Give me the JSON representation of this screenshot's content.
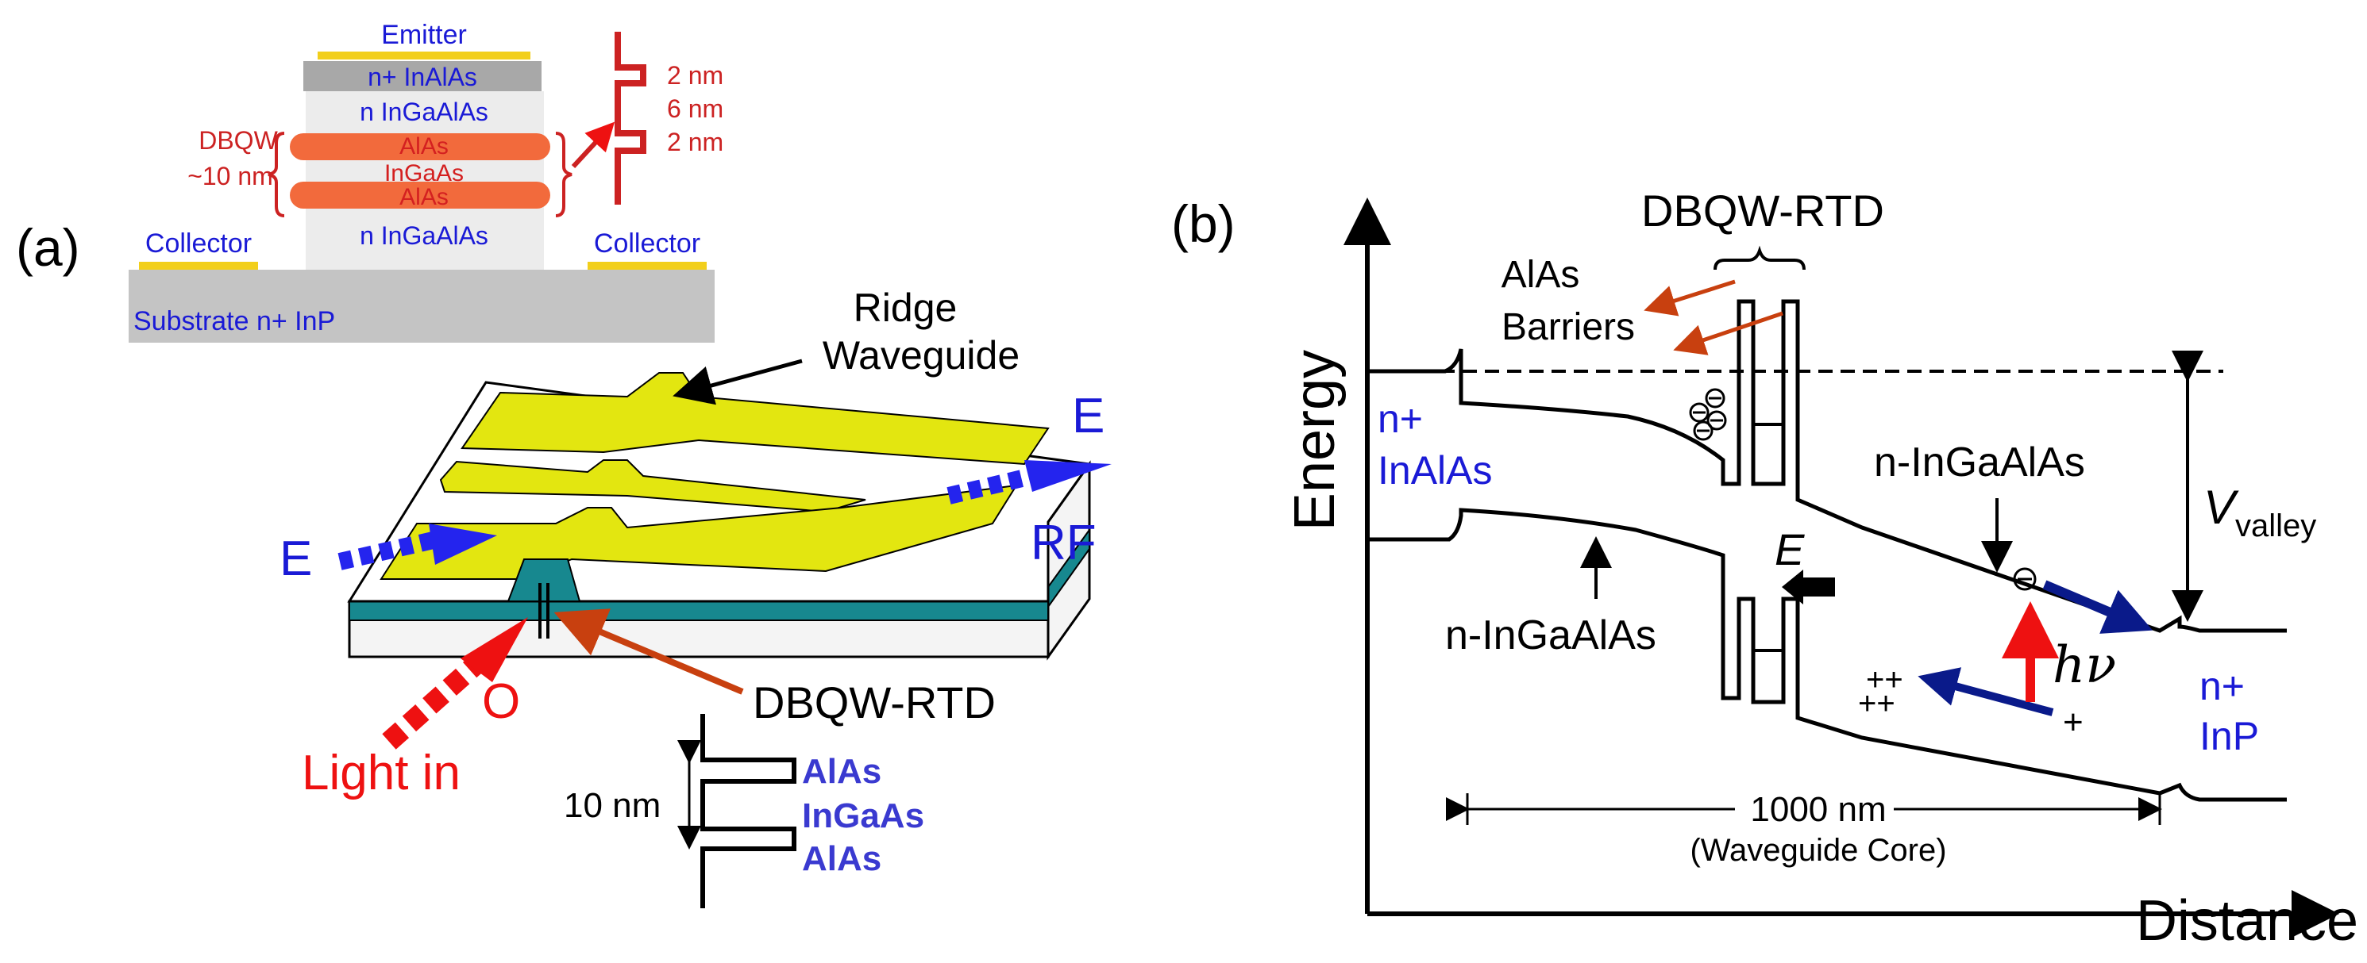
{
  "panel_a": {
    "label": "(a)",
    "stack": {
      "emitter": "Emitter",
      "layer_n_plus_inalas": "n+ InAlAs",
      "layer_n_ingaalas_top": "n InGaAlAs",
      "barrier_top": "AlAs",
      "well": "InGaAs",
      "barrier_bottom": "AlAs",
      "layer_n_ingaalas_bottom": "n InGaAlAs",
      "collector_left": "Collector",
      "collector_right": "Collector",
      "substrate": "Substrate n+ InP",
      "dbqw_label": "DBQW",
      "dbqw_size": "~10 nm",
      "thickness_1": "2 nm",
      "thickness_2": "6 nm",
      "thickness_3": "2 nm"
    },
    "device": {
      "ridge_waveguide_line1": "Ridge",
      "ridge_waveguide_line2": "Waveguide",
      "e_field_out": "E",
      "rf_label": "RF",
      "e_field_in": "E",
      "optical_label": "O",
      "light_in": "Light in",
      "dbqw_rtd": "DBQW-RTD",
      "inset_thickness": "10 nm",
      "inset_alas_top": "AlAs",
      "inset_ingaas": "InGaAs",
      "inset_alas_bottom": "AlAs"
    }
  },
  "panel_b": {
    "label": "(b)",
    "y_axis": "Energy",
    "x_axis": "Distance",
    "dbqw_rtd": "DBQW-RTD",
    "alas_line1": "AlAs",
    "alas_line2": "Barriers",
    "left_region_line1": "n+",
    "left_region_line2": "InAlAs",
    "mid_region_upper": "n-InGaAlAs",
    "mid_region_lower": "n-InGaAlAs",
    "v_label": "V",
    "v_subscript": "valley",
    "right_region_line1": "n+",
    "right_region_line2": "InP",
    "field_label": "E",
    "photon_label": "hν",
    "width_value": "1000 nm",
    "width_note": "(Waveguide Core)"
  },
  "colors": {
    "blue_text": "#1a1ad6",
    "red_text": "#cc2222",
    "gold": "#f2cf1b",
    "layer_orange": "#f26a3c",
    "electrode_yellow": "#e3e610",
    "teal": "#17888f",
    "navy_arrow": "#0a1a8a",
    "rust_arrow": "#c8400f",
    "red_arrow": "#ee1111"
  }
}
